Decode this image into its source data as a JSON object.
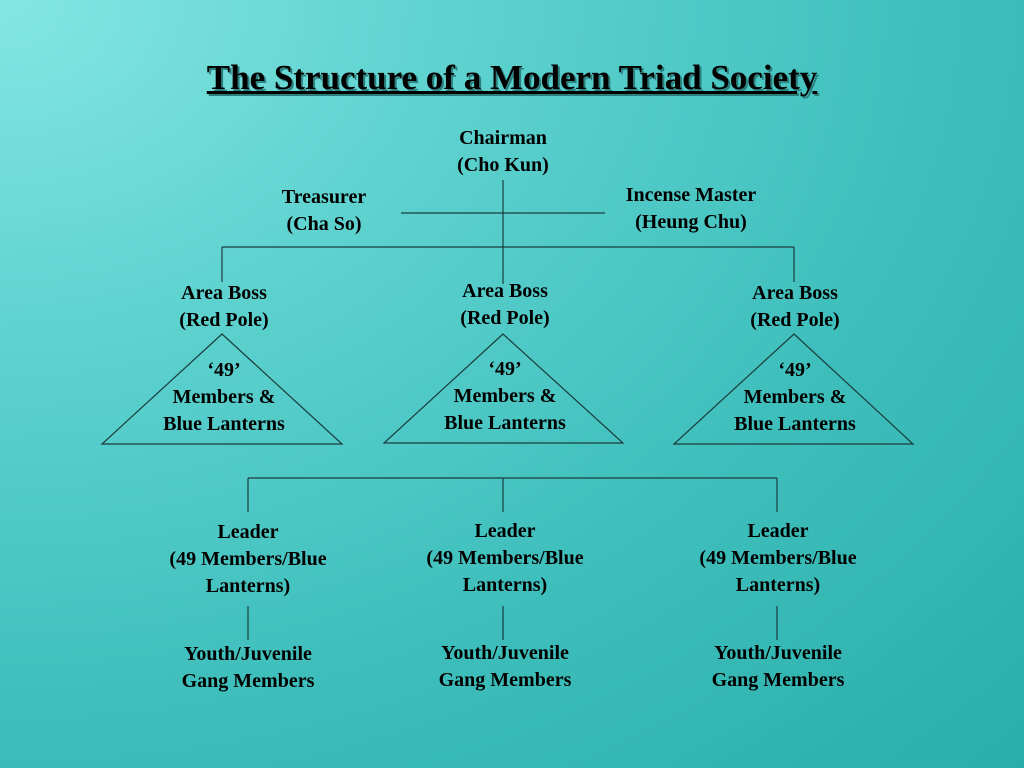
{
  "title": "The Structure of a Modern Triad Society",
  "chairman": {
    "line1": "Chairman",
    "line2": "(Cho Kun)"
  },
  "treasurer": {
    "line1": "Treasurer",
    "line2": "(Cha So)"
  },
  "incense_master": {
    "line1": "Incense Master",
    "line2": "(Heung Chu)"
  },
  "area_bosses": [
    {
      "line1": "Area Boss",
      "line2": "(Red Pole)"
    },
    {
      "line1": "Area Boss",
      "line2": "(Red Pole)"
    },
    {
      "line1": "Area Boss",
      "line2": "(Red Pole)"
    }
  ],
  "triangles": [
    {
      "line1": "‘49’",
      "line2": "Members &",
      "line3": "Blue Lanterns"
    },
    {
      "line1": "‘49’",
      "line2": "Members &",
      "line3": "Blue Lanterns"
    },
    {
      "line1": "‘49’",
      "line2": "Members &",
      "line3": "Blue Lanterns"
    }
  ],
  "leaders": [
    {
      "line1": "Leader",
      "line2": "(49 Members/Blue",
      "line3": "Lanterns)"
    },
    {
      "line1": "Leader",
      "line2": "(49 Members/Blue",
      "line3": "Lanterns)"
    },
    {
      "line1": "Leader",
      "line2": "(49 Members/Blue",
      "line3": "Lanterns)"
    }
  ],
  "youth": [
    {
      "line1": "Youth/Juvenile",
      "line2": "Gang Members"
    },
    {
      "line1": "Youth/Juvenile",
      "line2": "Gang Members"
    },
    {
      "line1": "Youth/Juvenile",
      "line2": "Gang Members"
    }
  ]
}
